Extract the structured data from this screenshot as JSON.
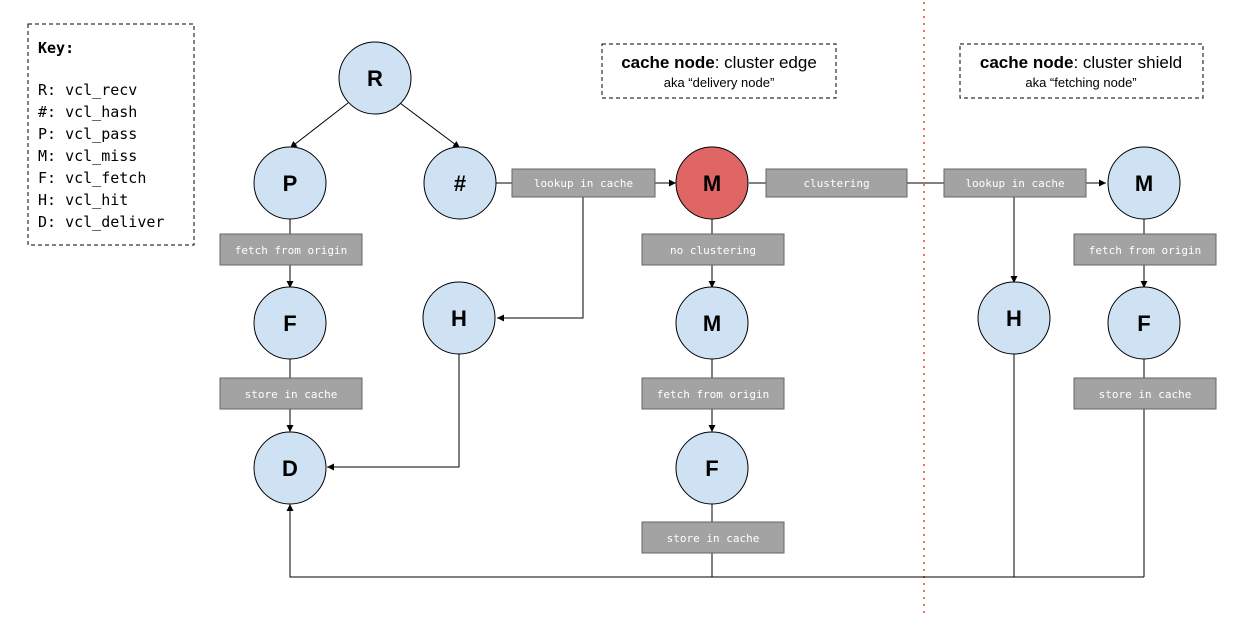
{
  "colors": {
    "node_fill": "#cfe2f3",
    "node_highlight_fill": "#e06666",
    "step_fill": "#a3a3a3",
    "step_text": "#ffffff",
    "divider": "#e8775f"
  },
  "key": {
    "title": "Key:",
    "entries": [
      "R: vcl_recv",
      "#: vcl_hash",
      "P: vcl_pass",
      "M: vcl_miss",
      "F: vcl_fetch",
      "H: vcl_hit",
      "D: vcl_deliver"
    ]
  },
  "sections": {
    "edge": {
      "strong": "cache node",
      "rest": ": cluster edge",
      "sub": "aka “delivery node”"
    },
    "shield": {
      "strong": "cache node",
      "rest": ": cluster shield",
      "sub": "aka “fetching node”"
    }
  },
  "nodes": {
    "r": "R",
    "pass": "P",
    "hash": "#",
    "miss_edge": "M",
    "miss_shield": "M",
    "fetch_a": "F",
    "hit_a": "H",
    "miss_b": "M",
    "hit_shield": "H",
    "fetch_shield": "F",
    "deliver": "D",
    "fetch_b": "F"
  },
  "steps": {
    "lookup_edge": "lookup in cache",
    "clustering": "clustering",
    "lookup_shield": "lookup in cache",
    "fetch_origin_a": "fetch from origin",
    "no_clustering": "no clustering",
    "fetch_origin_shield": "fetch from origin",
    "store_a": "store in cache",
    "fetch_origin_b": "fetch from origin",
    "store_shield": "store in cache",
    "store_b": "store in cache"
  }
}
